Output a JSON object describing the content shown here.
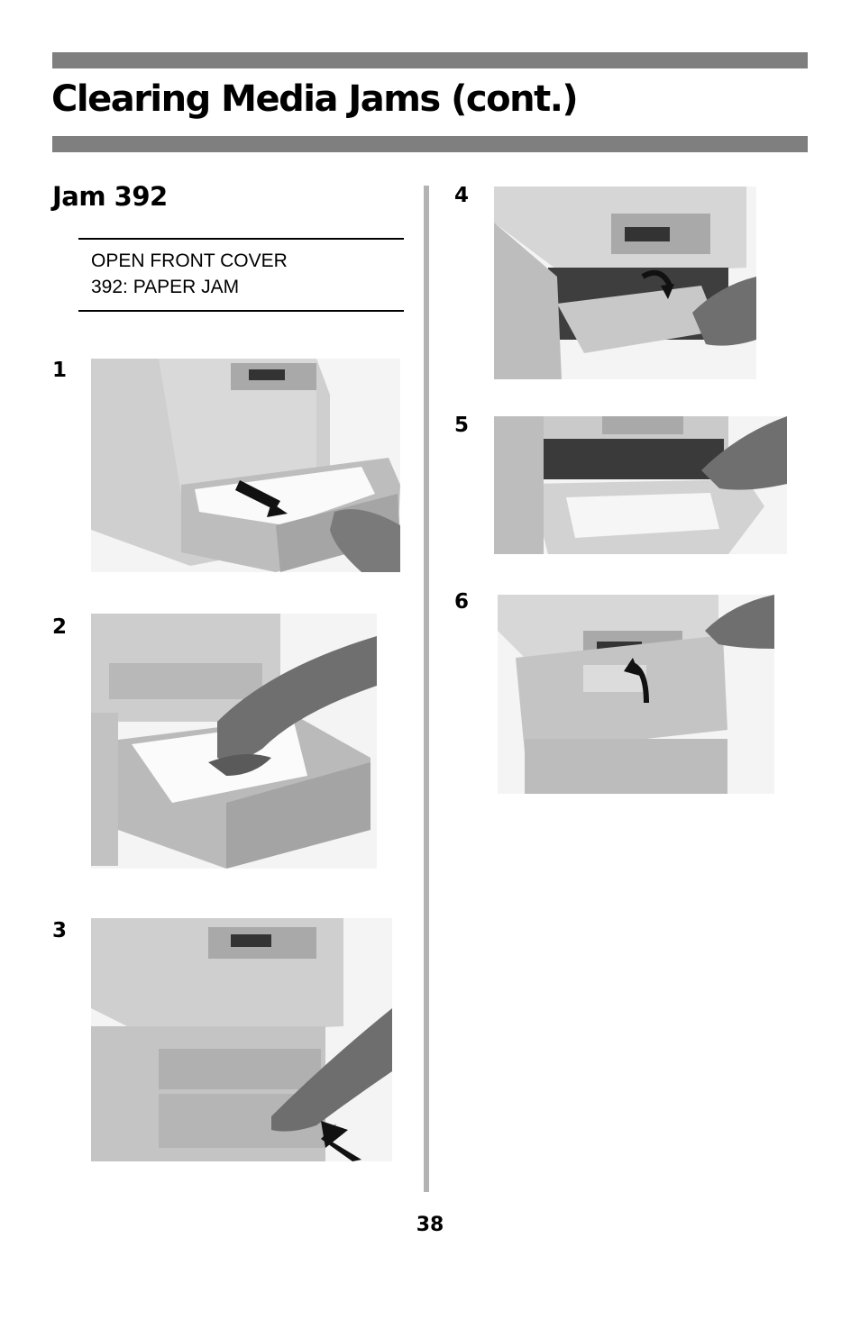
{
  "header": {
    "title": "Clearing Media Jams (cont.)"
  },
  "section": {
    "title": "Jam 392",
    "display_lines": [
      "OPEN FRONT COVER",
      "392: PAPER JAM"
    ]
  },
  "steps": [
    {
      "number": "1",
      "photo": "pull-out-paper-tray"
    },
    {
      "number": "2",
      "photo": "remove-jammed-paper-from-tray"
    },
    {
      "number": "3",
      "photo": "push-tray-back-in"
    },
    {
      "number": "4",
      "photo": "open-front-cover"
    },
    {
      "number": "5",
      "photo": "remove-jammed-paper-inside"
    },
    {
      "number": "6",
      "photo": "close-front-cover"
    }
  ],
  "footer": {
    "page_number": "38"
  },
  "colors": {
    "rule": "#7f7f7f",
    "divider": "#b3b3b3",
    "printer_body": "#c9c9c9",
    "printer_shadow": "#8a8a8a"
  }
}
